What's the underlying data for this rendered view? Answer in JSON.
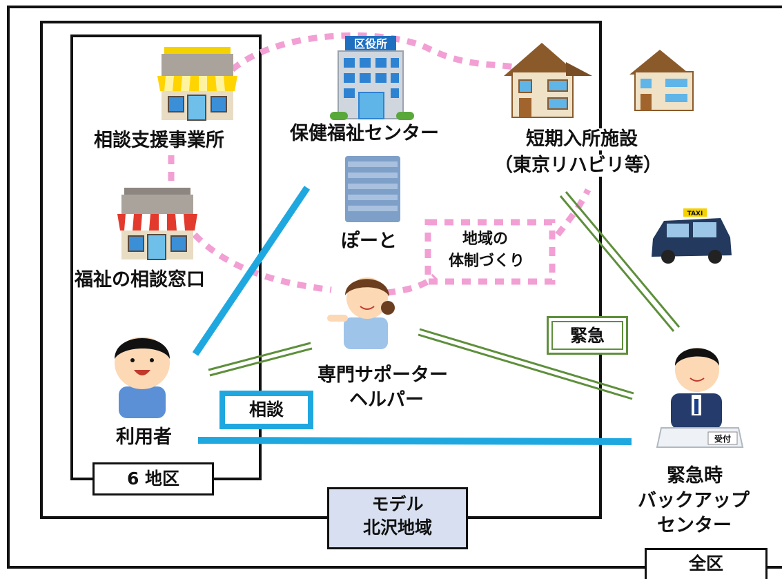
{
  "labels": {
    "sodan_shien": "相談支援事業所",
    "hoken_fukushi": "保健福祉センター",
    "tanki_line1": "短期入所施設",
    "tanki_line2": "（東京リハビリ等）",
    "pot": "ぽーと",
    "chiiki_line1": "地域の",
    "chiiki_line2": "体制づくり",
    "fukushi_madoguchi": "福祉の相談窓口",
    "riyosha": "利用者",
    "senmon_line1": "専門サポーター",
    "senmon_line2": "ヘルパー",
    "kinkyu": "緊急",
    "sodan": "相談",
    "backup_line1": "緊急時",
    "backup_line2": "バックアップ",
    "backup_line3": "センター",
    "area_6": "6 地区",
    "area_model_line1": "モデル",
    "area_model_line2": "北沢地域",
    "area_all": "全区",
    "kuyakusho_sign": "区役所",
    "taxi_sign": "TAXI",
    "uketsuke": "受付"
  },
  "colors": {
    "pink_dots": "#f29fd4",
    "blue_line": "#1fa8e0",
    "green_line": "#5e8f3b",
    "model_box_fill": "#d7dff0"
  }
}
